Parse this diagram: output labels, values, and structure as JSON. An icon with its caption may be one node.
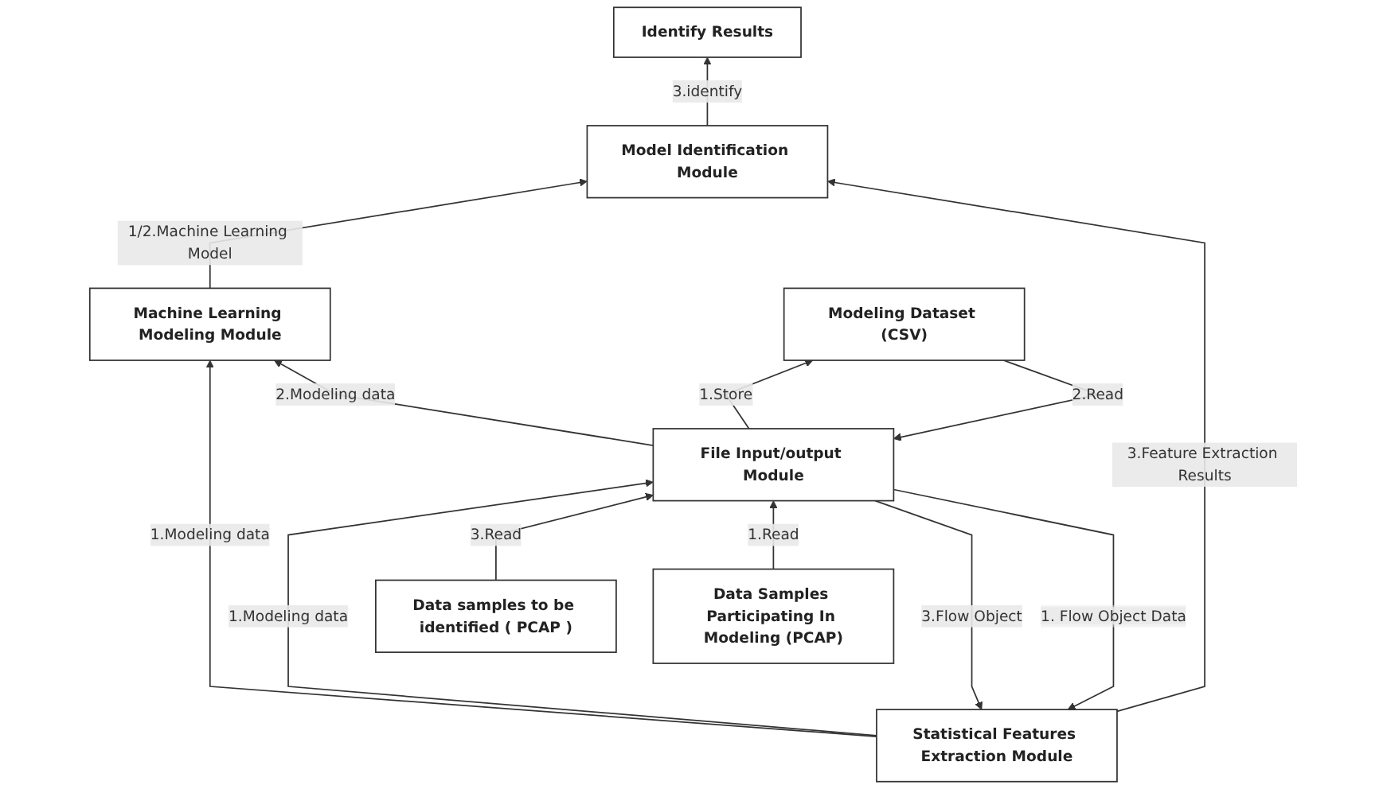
{
  "diagram": {
    "nodes": [
      {
        "text": [
          "Machine Learning Modeling Module"
        ]
      },
      {
        "text": [
          "Model Identification Module"
        ]
      },
      {
        "text": [
          "Statistical Features Extraction Module"
        ]
      },
      {
        "text": [
          "Identify Results"
        ]
      },
      {
        "text": [
          "File Input/output Module"
        ]
      },
      {
        "text": [
          "Data samples to be identified ( PCAP )"
        ]
      },
      {
        "text": [
          "Modeling Dataset (CSV)"
        ]
      },
      {
        "text": [
          "Data Samples Participating In Modeling (PCAP)"
        ]
      }
    ],
    "edges": [
      {
        "from": 0,
        "to": 1,
        "arrow": "to",
        "label": "1/2.Machine Learning Model"
      },
      {
        "from": 2,
        "to": 0,
        "arrow": "to",
        "label": "1.Modeling data"
      },
      {
        "from": 2,
        "to": 1,
        "arrow": "to",
        "label": "3.Feature Extraction Results"
      },
      {
        "from": 4,
        "to": 0,
        "arrow": "to",
        "label": "2.Modeling data"
      },
      {
        "from": 4,
        "to": 2,
        "arrow": "to",
        "label": "3.Flow Object"
      },
      {
        "from": 2,
        "to": 4,
        "arrow": "to",
        "label": "1.Modeling data"
      },
      {
        "from": 4,
        "to": 2,
        "arrow": "to",
        "label": "1. Flow Object Data"
      },
      {
        "from": 1,
        "to": 3,
        "arrow": "to",
        "label": "3.identify"
      },
      {
        "from": 5,
        "to": 4,
        "arrow": "to",
        "label": "3.Read"
      },
      {
        "from": 4,
        "to": 6,
        "arrow": "to",
        "label": "1.Store"
      },
      {
        "from": 6,
        "to": 4,
        "arrow": "to",
        "label": "2.Read"
      },
      {
        "from": 7,
        "to": 4,
        "arrow": "to",
        "label": "1.Read"
      }
    ]
  }
}
